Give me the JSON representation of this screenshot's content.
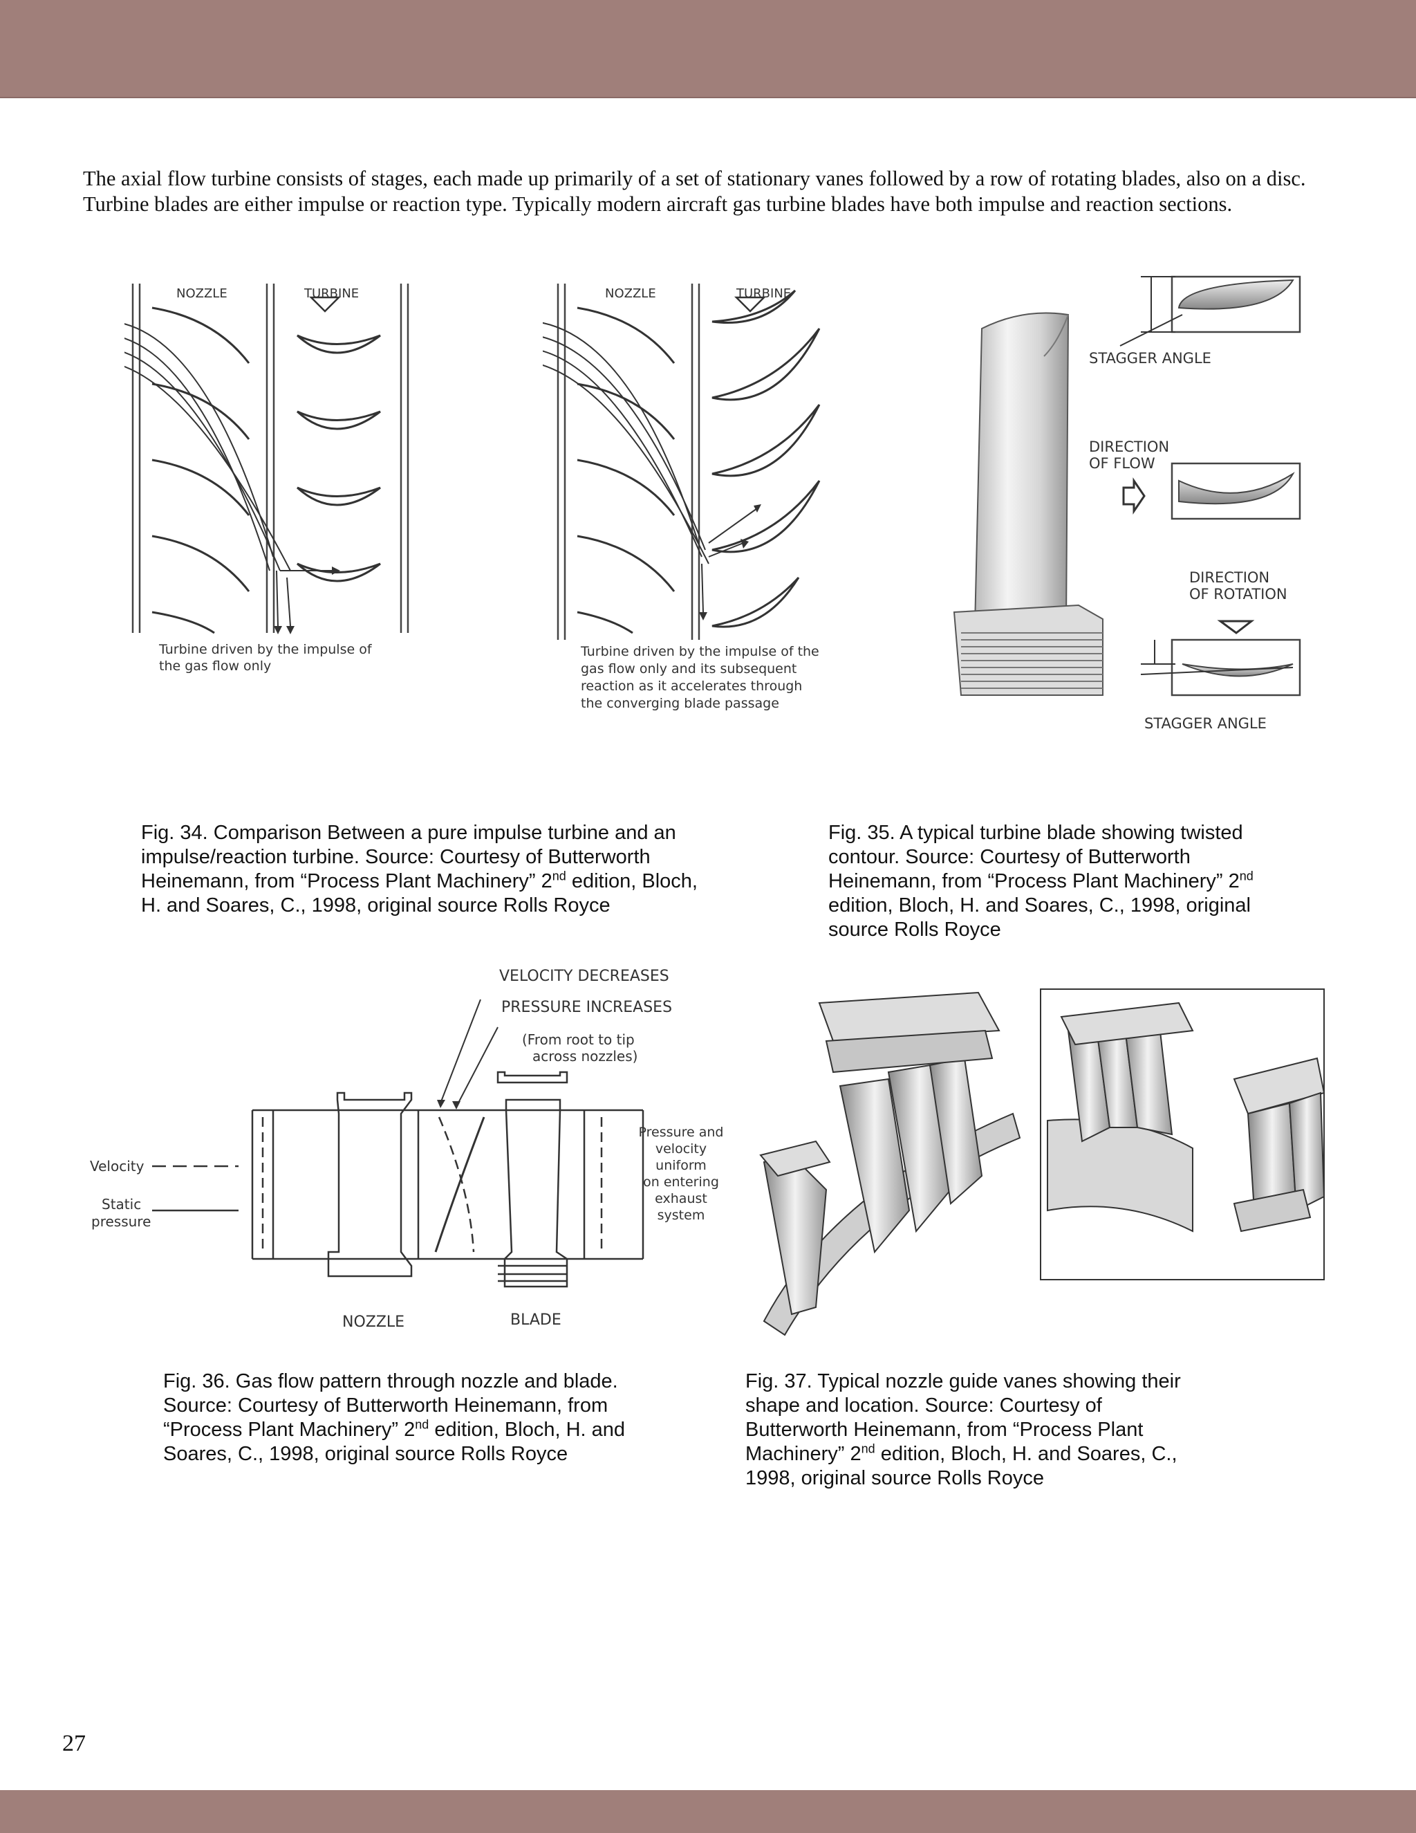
{
  "intro": "The axial flow turbine consists of stages, each made up primarily of a set of stationary vanes followed by a row of rotating blades, also on a disc. Turbine blades are either impulse or reaction type. Typically modern aircraft gas turbine blades have both impulse and reaction sections.",
  "fig34": {
    "left": {
      "nozzle_label": "NOZZLE",
      "turbine_label": "TURBINE",
      "note_line1": "Turbine driven by the impulse of",
      "note_line2": "the gas flow only"
    },
    "right": {
      "nozzle_label": "NOZZLE",
      "turbine_label": "TURBINE",
      "note_line1": "Turbine driven by the impulse of the",
      "note_line2": "gas flow only and its subsequent",
      "note_line3": "reaction as it accelerates through",
      "note_line4": "the converging blade passage"
    },
    "caption": {
      "line1": "Fig. 34. Comparison Between a pure impulse turbine and an",
      "line2": "impulse/reaction turbine.  Source: Courtesy of Butterworth",
      "line3_pre": "Heinemann, from “Process Plant Machinery” 2",
      "line3_sup": "nd",
      "line3_post": " edition, Bloch,",
      "line4": "H. and Soares, C., 1998, original source Rolls Royce"
    }
  },
  "fig35": {
    "stagger_label_top": "STAGGER ANGLE",
    "direction_flow_line1": "DIRECTION",
    "direction_flow_line2": "OF FLOW",
    "direction_rotation_line1": "DIRECTION",
    "direction_rotation_line2": "OF ROTATION",
    "stagger_label_bottom": "STAGGER ANGLE",
    "caption": {
      "line1": "Fig. 35. A typical turbine blade showing twisted",
      "line2": "contour.  Source: Courtesy of Butterworth",
      "line3_pre": "Heinemann, from “Process Plant Machinery” 2",
      "line3_sup": "nd",
      "line4": "edition, Bloch, H. and Soares, C., 1998, original",
      "line5": "source Rolls Royce"
    }
  },
  "fig36": {
    "velocity_decreases": "VELOCITY DECREASES",
    "pressure_increases": "PRESSURE INCREASES",
    "root_note_line1": "(From root to tip",
    "root_note_line2": "across nozzles)",
    "velocity_legend": "Velocity",
    "static_line1": "Static",
    "static_line2": "pressure",
    "uniform_line1": "Pressure and",
    "uniform_line2": "velocity",
    "uniform_line3": "uniform",
    "uniform_line4": "on entering",
    "uniform_line5": "exhaust",
    "uniform_line6": "system",
    "nozzle_label": "NOZZLE",
    "blade_label": "BLADE",
    "caption": {
      "line1": "Fig. 36. Gas flow pattern through nozzle and blade.",
      "line2": "Source: Courtesy of Butterworth Heinemann, from",
      "line3_pre": "“Process Plant Machinery” 2",
      "line3_sup": "nd",
      "line3_post": " edition, Bloch, H. and",
      "line4": "Soares, C., 1998, original source Rolls Royce"
    }
  },
  "fig37": {
    "caption": {
      "line1": "Fig. 37. Typical nozzle guide vanes showing their",
      "line2": "shape and location.  Source: Courtesy of",
      "line3": "Butterworth Heinemann, from “Process Plant",
      "line4_pre": "Machinery” 2",
      "line4_sup": "nd",
      "line4_post": " edition, Bloch, H. and Soares, C.,",
      "line5": "1998, original source Rolls Royce"
    }
  },
  "page_number": "27"
}
